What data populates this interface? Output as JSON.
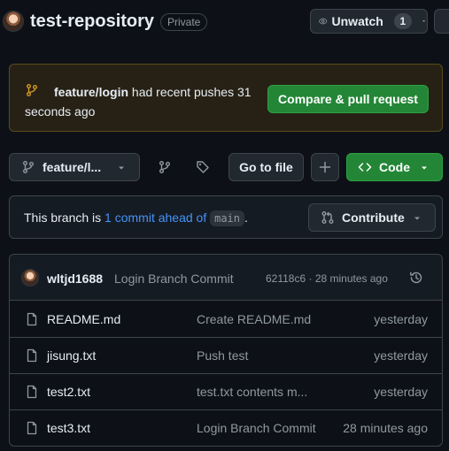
{
  "header": {
    "repo_name": "test-repository",
    "visibility": "Private",
    "watch_label": "Unwatch",
    "watch_count": "1"
  },
  "banner": {
    "branch": "feature/login",
    "message": " had recent pushes 31 seconds ago",
    "compare_label": "Compare & pull request"
  },
  "toolbar": {
    "branch_label": "feature/l...",
    "goto_label": "Go to file",
    "plus_label": "+",
    "code_label": "Code"
  },
  "branch_status": {
    "prefix": "This branch is ",
    "ahead_link": "1 commit ahead of",
    "base_branch": "main",
    "suffix": ".",
    "contribute_label": "Contribute"
  },
  "latest_commit": {
    "author": "wltjd1688",
    "message": "Login Branch Commit",
    "meta": "62118c6 · 28 minutes ago"
  },
  "files": [
    {
      "name": "README.md",
      "message": "Create README.md",
      "when": "yesterday"
    },
    {
      "name": "jisung.txt",
      "message": "Push test",
      "when": "yesterday"
    },
    {
      "name": "test2.txt",
      "message": "test.txt contents m...",
      "when": "yesterday"
    },
    {
      "name": "test3.txt",
      "message": "Login Branch Commit",
      "when": "28 minutes ago"
    }
  ],
  "colors": {
    "background": "#0d1117",
    "primary_green": "#238636",
    "link_blue": "#4493f8",
    "banner_bg": "#272115",
    "branch_icon_yellow": "#d29922"
  },
  "icons": [
    "eye-icon",
    "git-branch-icon",
    "tag-icon",
    "plus-icon",
    "code-icon",
    "git-pull-request-icon",
    "history-icon",
    "file-icon",
    "chevron-down-icon"
  ]
}
